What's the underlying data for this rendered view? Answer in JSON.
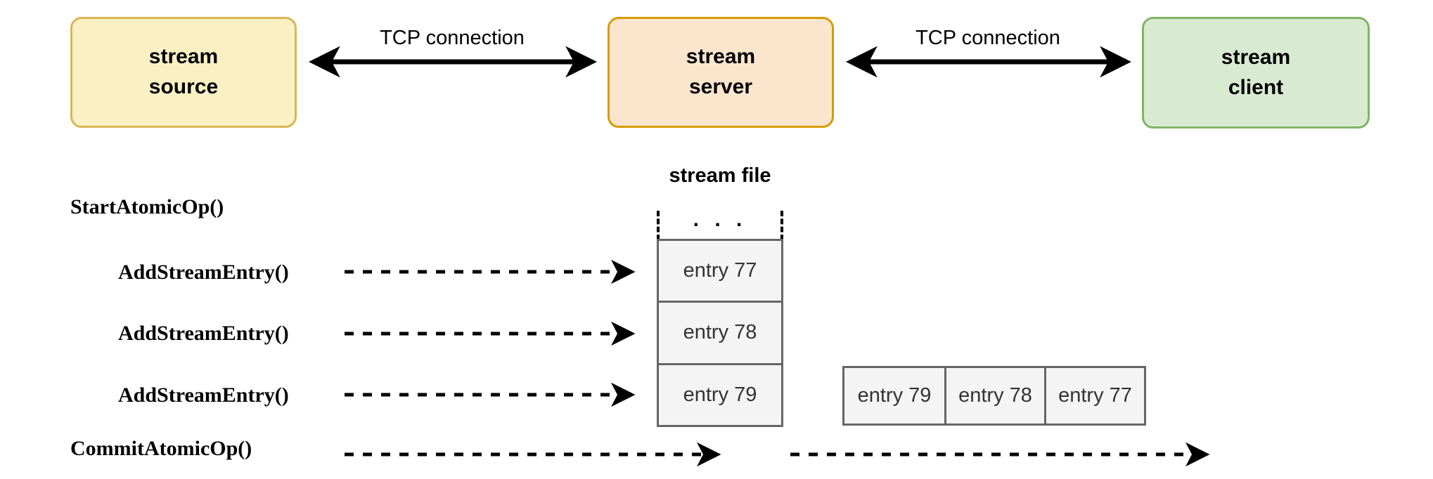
{
  "diagram": {
    "title": "stream source / server / client with stream file and atomic op sequence",
    "colors": {
      "source_fill": "#fbf0c4",
      "source_border": "#d6b656",
      "server_fill": "#fce5cd",
      "server_border": "#d79b00",
      "client_fill": "#d9ead3",
      "client_border": "#82b366",
      "entry_fill": "#f4f4f4",
      "entry_border": "#666666",
      "arrow": "#000000"
    }
  },
  "nodes": [
    {
      "id": "stream-source",
      "line1": "stream",
      "line2": "source"
    },
    {
      "id": "stream-server",
      "line1": "stream",
      "line2": "server"
    },
    {
      "id": "stream-client",
      "line1": "stream",
      "line2": "client"
    }
  ],
  "connections": [
    {
      "id": "source-server",
      "label": "TCP connection",
      "direction": "bidirectional"
    },
    {
      "id": "server-client",
      "label": "TCP connection",
      "direction": "bidirectional"
    }
  ],
  "stream_file": {
    "title": "stream file",
    "ellipsis": ". . .",
    "entries": [
      {
        "label": "entry 77"
      },
      {
        "label": "entry 78"
      },
      {
        "label": "entry 79"
      }
    ]
  },
  "client_entries": {
    "entries": [
      {
        "label": "entry 79"
      },
      {
        "label": "entry 78"
      },
      {
        "label": "entry 77"
      }
    ]
  },
  "api_calls": [
    {
      "id": "start-atomic-op",
      "label": "StartAtomicOp()",
      "has_arrow": false
    },
    {
      "id": "add-stream-entry-1",
      "label": "AddStreamEntry()",
      "has_arrow": true
    },
    {
      "id": "add-stream-entry-2",
      "label": "AddStreamEntry()",
      "has_arrow": true
    },
    {
      "id": "add-stream-entry-3",
      "label": "AddStreamEntry()",
      "has_arrow": true
    },
    {
      "id": "commit-atomic-op",
      "label": "CommitAtomicOp()",
      "has_arrow": true
    }
  ]
}
